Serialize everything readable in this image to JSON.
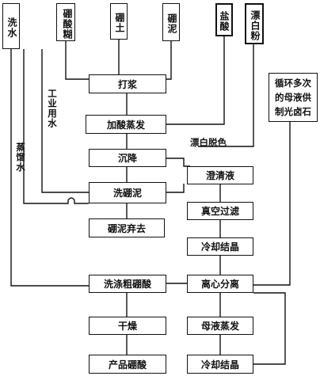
{
  "inputs": {
    "wash_water": "洗水",
    "boric_mud": "硼酸糊",
    "boron_soil": "硼土",
    "boron_sludge": "硼泥",
    "hydrochloric_acid": "盐酸",
    "bleach_powder": "漂白粉"
  },
  "steps": {
    "pulping": "打浆",
    "acid_evaporation": "加酸蒸发",
    "settling": "沉降",
    "wash_boron_mud": "洗硼泥",
    "discard_boron_mud": "硼泥弃去",
    "clarified_liquid": "澄清液",
    "vacuum_filtration": "真空过滤",
    "cooling_crystallization_1": "冷却结晶",
    "wash_crude_boric_acid": "洗涤粗硼酸",
    "centrifuge": "离心分离",
    "drying": "干燥",
    "mother_liquor_evaporation": "母液蒸发",
    "product_boric_acid": "产品硼酸",
    "cooling_crystallization_2": "冷却结晶"
  },
  "labels": {
    "industrial_water": "工业用水",
    "distilled_water": "蒸馏水",
    "bleach_decolor": "漂白脱色",
    "recycle_note": "循环多次\n的母液供\n制光卤石"
  }
}
